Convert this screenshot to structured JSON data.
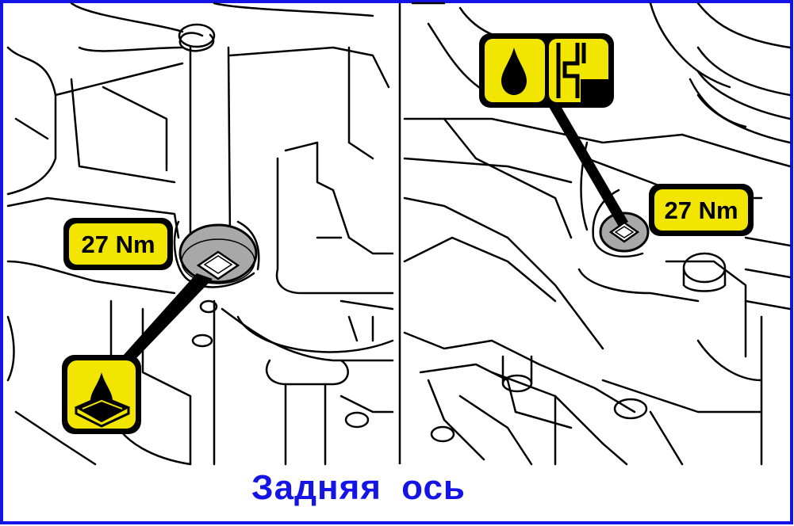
{
  "title": "Задняя  ось",
  "left_panel": {
    "torque_label": "27 Nm",
    "icon": "oil-drain-icon"
  },
  "right_panel": {
    "torque_label": "27 Nm",
    "icon": "oil-fill-level-icon"
  },
  "colors": {
    "frame_blue": "#1414e6",
    "label_yellow": "#f2e600",
    "plug_gray": "#a8a8a8",
    "line_black": "#000000"
  }
}
